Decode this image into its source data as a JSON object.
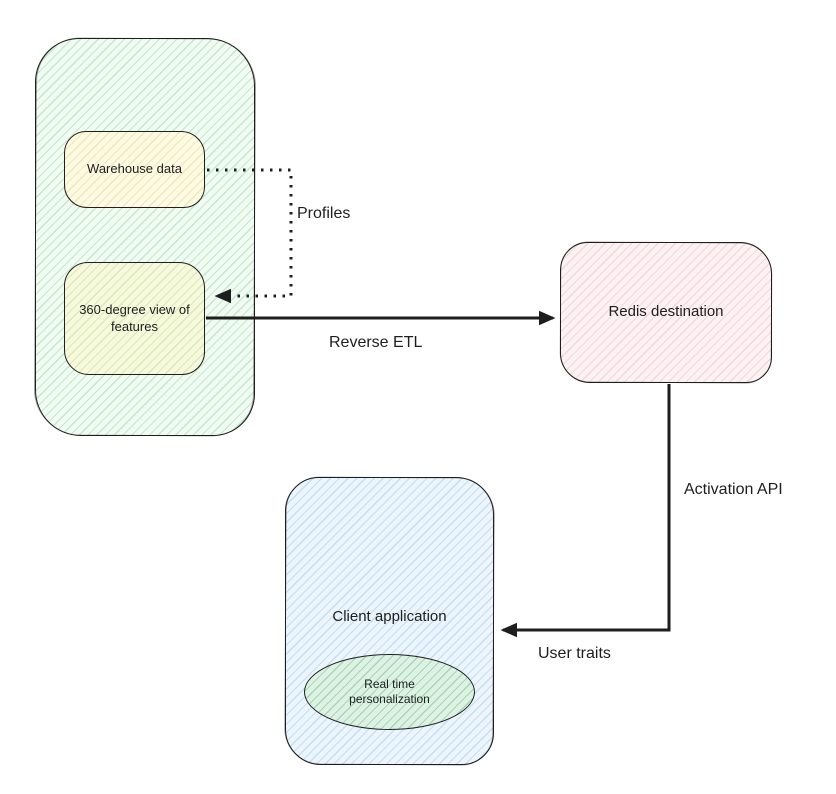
{
  "nodes": {
    "warehouse_data": {
      "label": "Warehouse data"
    },
    "view_of_features": {
      "label": "360-degree view of features"
    },
    "redis_destination": {
      "label": "Redis destination"
    },
    "client_application": {
      "label": "Client application"
    },
    "real_time_personalization": {
      "label": "Real time personalization"
    }
  },
  "edges": {
    "profiles": {
      "label": "Profiles",
      "style": "dotted",
      "from": "warehouse_data",
      "to": "view_of_features"
    },
    "reverse_etl": {
      "label": "Reverse ETL",
      "style": "solid",
      "from": "view_of_features",
      "to": "redis_destination"
    },
    "activation_api": {
      "label": "Activation API",
      "style": "solid",
      "from": "redis_destination",
      "to": "client_application"
    },
    "user_traits": {
      "label": "User traits",
      "style": "solid",
      "from": "redis_destination",
      "to": "client_application"
    }
  },
  "colors": {
    "stroke": "#1e1e1e",
    "group_fill": "#f0fbf2",
    "warehouse_fill": "#fdfae2",
    "features_fill": "#f5f9dd",
    "redis_fill": "#fdf2f3",
    "client_fill": "#ecf5fc",
    "personalization_fill": "#ddf2e3"
  }
}
